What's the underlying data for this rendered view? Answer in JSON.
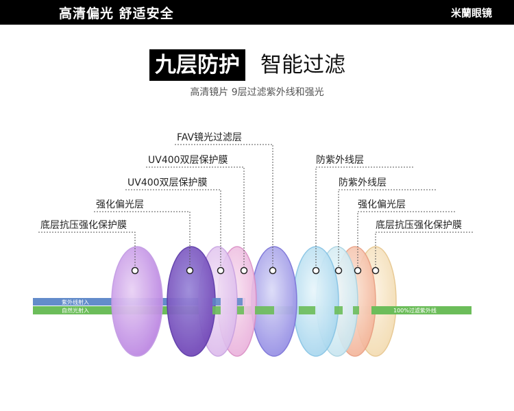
{
  "header": {
    "slogan": "高清偏光  舒适安全",
    "brand": "米蘭眼镜"
  },
  "hero": {
    "title_boxed": "九层防护",
    "title_rest": "智能过滤",
    "subtitle": "高清镜片 9层过滤紫外线和强光"
  },
  "layers_left": [
    {
      "label": "FAV镜光过滤层"
    },
    {
      "label": "UV400双层保护膜"
    },
    {
      "label": "UV400双层保护膜"
    },
    {
      "label": "强化偏光层"
    },
    {
      "label": "底层抗压强化保护膜"
    }
  ],
  "layers_right": [
    {
      "label": "防紫外线层"
    },
    {
      "label": "防紫外线层"
    },
    {
      "label": "强化偏光层"
    },
    {
      "label": "底层抗压强化保护膜"
    }
  ],
  "beams": {
    "uv_label": "紫外线射入",
    "natural_label": "自然光射入",
    "filtered_label": "100%过滤紫外线",
    "uv_color": "#5b86c7",
    "natural_color": "#6cbd5a"
  },
  "colors": {
    "violet": "#9d68d6",
    "lilac": "#cf9ee6",
    "pink": "#e6a8d4",
    "blue": "#9f9ce8",
    "cyan": "#a8d8ee",
    "light_cyan": "#cde9f2",
    "salmon": "#f3b49a",
    "cream": "#f5dcb0"
  }
}
